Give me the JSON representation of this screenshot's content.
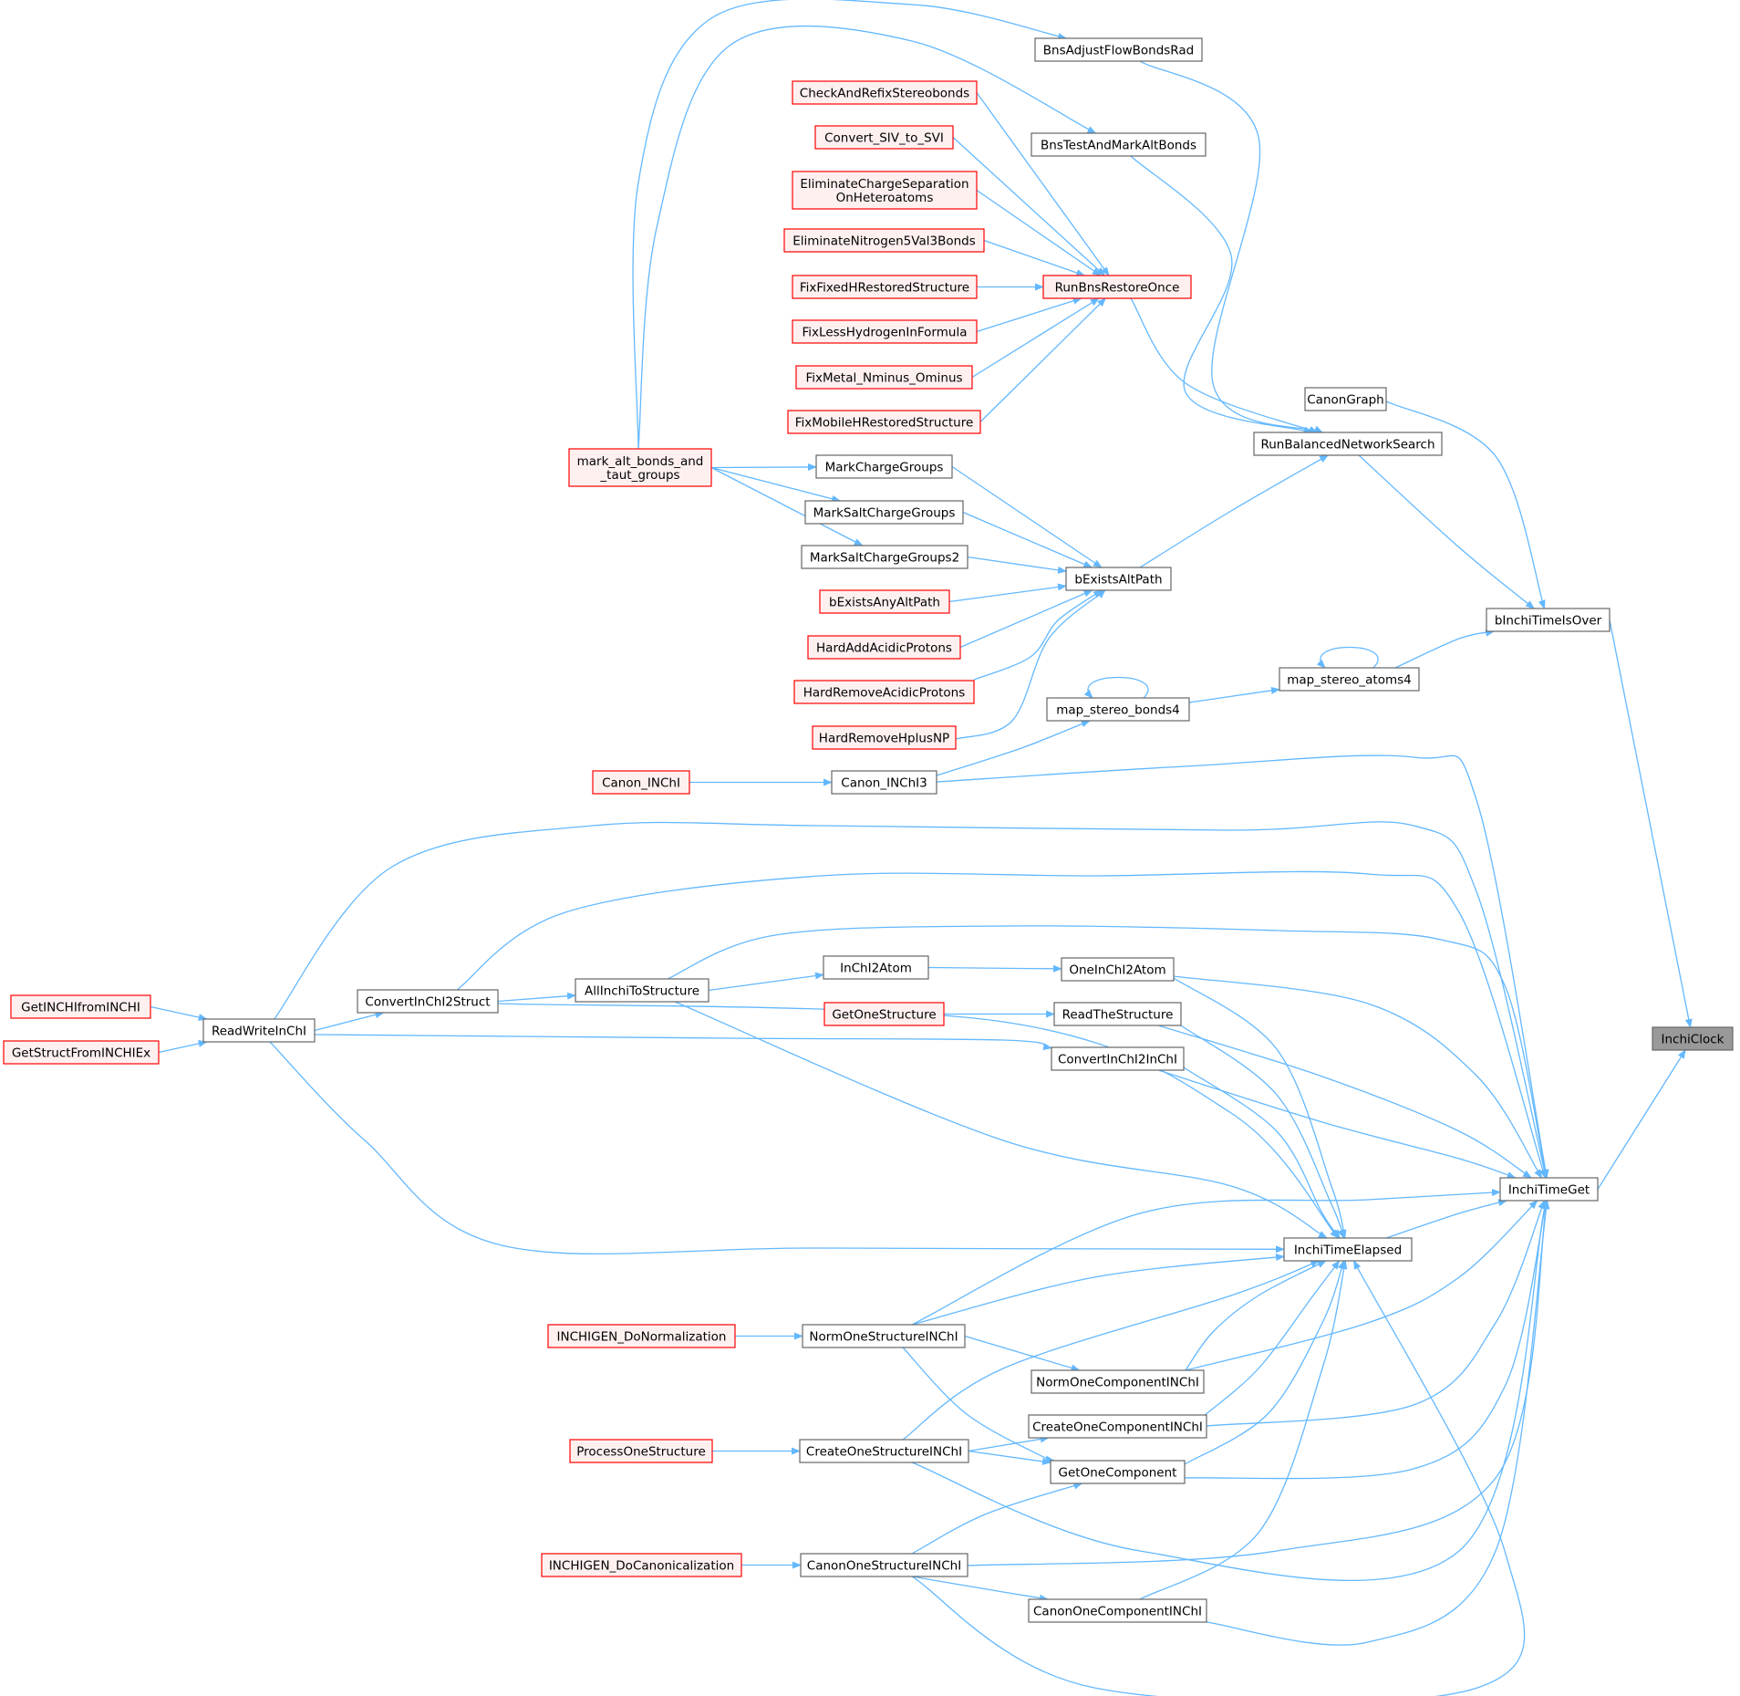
{
  "colors": {
    "edge": "#63b8ff",
    "normal_fill": "#ffffff",
    "normal_border": "#666666",
    "truncated_fill": "#fff0f0",
    "truncated_border": "#ff0000",
    "root_fill": "#999999",
    "root_border": "#666666"
  },
  "nodes": [
    {
      "id": "InchiClock",
      "lines": [
        "InchiClock"
      ],
      "style": "root"
    },
    {
      "id": "bInchiTimeIsOver",
      "lines": [
        "bInchiTimeIsOver"
      ],
      "style": "normal"
    },
    {
      "id": "InchiTimeGet",
      "lines": [
        "InchiTimeGet"
      ],
      "style": "normal"
    },
    {
      "id": "CanonGraph",
      "lines": [
        "CanonGraph"
      ],
      "style": "normal"
    },
    {
      "id": "RunBalancedNetworkSearch",
      "lines": [
        "RunBalancedNetworkSearch"
      ],
      "style": "normal"
    },
    {
      "id": "map_stereo_atoms4",
      "lines": [
        "map_stereo_atoms4"
      ],
      "style": "normal"
    },
    {
      "id": "BnsAdjustFlowBondsRad",
      "lines": [
        "BnsAdjustFlowBondsRad"
      ],
      "style": "normal"
    },
    {
      "id": "BnsTestAndMarkAltBonds",
      "lines": [
        "BnsTestAndMarkAltBonds"
      ],
      "style": "normal"
    },
    {
      "id": "RunBnsRestoreOnce",
      "lines": [
        "RunBnsRestoreOnce"
      ],
      "style": "truncated"
    },
    {
      "id": "bExistsAltPath",
      "lines": [
        "bExistsAltPath"
      ],
      "style": "normal"
    },
    {
      "id": "CheckAndRefixStereobonds",
      "lines": [
        "CheckAndRefixStereobonds"
      ],
      "style": "truncated"
    },
    {
      "id": "Convert_SIV_to_SVI",
      "lines": [
        "Convert_SIV_to_SVI"
      ],
      "style": "truncated"
    },
    {
      "id": "EliminateChargeSeparationOnHeteroatoms",
      "lines": [
        "EliminateChargeSeparation",
        "OnHeteroatoms"
      ],
      "style": "truncated"
    },
    {
      "id": "EliminateNitrogen5Val3Bonds",
      "lines": [
        "EliminateNitrogen5Val3Bonds"
      ],
      "style": "truncated"
    },
    {
      "id": "FixFixedHRestoredStructure",
      "lines": [
        "FixFixedHRestoredStructure"
      ],
      "style": "truncated"
    },
    {
      "id": "FixLessHydrogenInFormula",
      "lines": [
        "FixLessHydrogenInFormula"
      ],
      "style": "truncated"
    },
    {
      "id": "FixMetal_Nminus_Ominus",
      "lines": [
        "FixMetal_Nminus_Ominus"
      ],
      "style": "truncated"
    },
    {
      "id": "FixMobileHRestoredStructure",
      "lines": [
        "FixMobileHRestoredStructure"
      ],
      "style": "truncated"
    },
    {
      "id": "MarkChargeGroups",
      "lines": [
        "MarkChargeGroups"
      ],
      "style": "normal"
    },
    {
      "id": "MarkSaltChargeGroups",
      "lines": [
        "MarkSaltChargeGroups"
      ],
      "style": "normal"
    },
    {
      "id": "MarkSaltChargeGroups2",
      "lines": [
        "MarkSaltChargeGroups2"
      ],
      "style": "normal"
    },
    {
      "id": "bExistsAnyAltPath",
      "lines": [
        "bExistsAnyAltPath"
      ],
      "style": "truncated"
    },
    {
      "id": "HardAddAcidicProtons",
      "lines": [
        "HardAddAcidicProtons"
      ],
      "style": "truncated"
    },
    {
      "id": "HardRemoveAcidicProtons",
      "lines": [
        "HardRemoveAcidicProtons"
      ],
      "style": "truncated"
    },
    {
      "id": "HardRemoveHplusNP",
      "lines": [
        "HardRemoveHplusNP"
      ],
      "style": "truncated"
    },
    {
      "id": "mark_alt_bonds_and_taut_groups",
      "lines": [
        "mark_alt_bonds_and",
        "_taut_groups"
      ],
      "style": "truncated"
    },
    {
      "id": "map_stereo_bonds4",
      "lines": [
        "map_stereo_bonds4"
      ],
      "style": "normal"
    },
    {
      "id": "Canon_INChI3",
      "lines": [
        "Canon_INChI3"
      ],
      "style": "normal"
    },
    {
      "id": "Canon_INChI",
      "lines": [
        "Canon_INChI"
      ],
      "style": "truncated"
    },
    {
      "id": "InchiTimeElapsed",
      "lines": [
        "InchiTimeElapsed"
      ],
      "style": "normal"
    },
    {
      "id": "OneInChI2Atom",
      "lines": [
        "OneInChI2Atom"
      ],
      "style": "normal"
    },
    {
      "id": "InChI2Atom",
      "lines": [
        "InChI2Atom"
      ],
      "style": "normal"
    },
    {
      "id": "AllInchiToStructure",
      "lines": [
        "AllInchiToStructure"
      ],
      "style": "normal"
    },
    {
      "id": "ConvertInChI2Struct",
      "lines": [
        "ConvertInChI2Struct"
      ],
      "style": "normal"
    },
    {
      "id": "ReadWriteInChI",
      "lines": [
        "ReadWriteInChI"
      ],
      "style": "normal"
    },
    {
      "id": "GetINCHIfromINCHI",
      "lines": [
        "GetINCHIfromINCHI"
      ],
      "style": "truncated"
    },
    {
      "id": "GetStructFromINCHIEx",
      "lines": [
        "GetStructFromINCHIEx"
      ],
      "style": "truncated"
    },
    {
      "id": "ReadTheStructure",
      "lines": [
        "ReadTheStructure"
      ],
      "style": "normal"
    },
    {
      "id": "GetOneStructure",
      "lines": [
        "GetOneStructure"
      ],
      "style": "truncated"
    },
    {
      "id": "ConvertInChI2InChI",
      "lines": [
        "ConvertInChI2InChI"
      ],
      "style": "normal"
    },
    {
      "id": "NormOneStructureINChI",
      "lines": [
        "NormOneStructureINChI"
      ],
      "style": "normal"
    },
    {
      "id": "INCHIGEN_DoNormalization",
      "lines": [
        "INCHIGEN_DoNormalization"
      ],
      "style": "truncated"
    },
    {
      "id": "NormOneComponentINChI",
      "lines": [
        "NormOneComponentINChI"
      ],
      "style": "normal"
    },
    {
      "id": "CreateOneComponentINChI",
      "lines": [
        "CreateOneComponentINChI"
      ],
      "style": "normal"
    },
    {
      "id": "CreateOneStructureINChI",
      "lines": [
        "CreateOneStructureINChI"
      ],
      "style": "normal"
    },
    {
      "id": "ProcessOneStructure",
      "lines": [
        "ProcessOneStructure"
      ],
      "style": "truncated"
    },
    {
      "id": "GetOneComponent",
      "lines": [
        "GetOneComponent"
      ],
      "style": "normal"
    },
    {
      "id": "CanonOneStructureINChI",
      "lines": [
        "CanonOneStructureINChI"
      ],
      "style": "normal"
    },
    {
      "id": "INCHIGEN_DoCanonicalization",
      "lines": [
        "INCHIGEN_DoCanonicalization"
      ],
      "style": "truncated"
    },
    {
      "id": "CanonOneComponentINChI",
      "lines": [
        "CanonOneComponentINChI"
      ],
      "style": "normal"
    }
  ],
  "edges": [
    [
      "bInchiTimeIsOver",
      "InchiClock"
    ],
    [
      "InchiTimeGet",
      "InchiClock"
    ],
    [
      "CanonGraph",
      "bInchiTimeIsOver"
    ],
    [
      "RunBalancedNetworkSearch",
      "bInchiTimeIsOver"
    ],
    [
      "map_stereo_atoms4",
      "bInchiTimeIsOver"
    ],
    [
      "BnsAdjustFlowBondsRad",
      "RunBalancedNetworkSearch"
    ],
    [
      "BnsTestAndMarkAltBonds",
      "RunBalancedNetworkSearch"
    ],
    [
      "RunBnsRestoreOnce",
      "RunBalancedNetworkSearch"
    ],
    [
      "bExistsAltPath",
      "RunBalancedNetworkSearch"
    ],
    [
      "CheckAndRefixStereobonds",
      "RunBnsRestoreOnce"
    ],
    [
      "Convert_SIV_to_SVI",
      "RunBnsRestoreOnce"
    ],
    [
      "EliminateChargeSeparationOnHeteroatoms",
      "RunBnsRestoreOnce"
    ],
    [
      "EliminateNitrogen5Val3Bonds",
      "RunBnsRestoreOnce"
    ],
    [
      "FixFixedHRestoredStructure",
      "RunBnsRestoreOnce"
    ],
    [
      "FixLessHydrogenInFormula",
      "RunBnsRestoreOnce"
    ],
    [
      "FixMetal_Nminus_Ominus",
      "RunBnsRestoreOnce"
    ],
    [
      "FixMobileHRestoredStructure",
      "RunBnsRestoreOnce"
    ],
    [
      "MarkChargeGroups",
      "bExistsAltPath"
    ],
    [
      "MarkSaltChargeGroups",
      "bExistsAltPath"
    ],
    [
      "MarkSaltChargeGroups2",
      "bExistsAltPath"
    ],
    [
      "bExistsAnyAltPath",
      "bExistsAltPath"
    ],
    [
      "HardAddAcidicProtons",
      "bExistsAltPath"
    ],
    [
      "HardRemoveAcidicProtons",
      "bExistsAltPath"
    ],
    [
      "HardRemoveHplusNP",
      "bExistsAltPath"
    ],
    [
      "mark_alt_bonds_and_taut_groups",
      "MarkChargeGroups"
    ],
    [
      "mark_alt_bonds_and_taut_groups",
      "MarkSaltChargeGroups"
    ],
    [
      "mark_alt_bonds_and_taut_groups",
      "MarkSaltChargeGroups2"
    ],
    [
      "mark_alt_bonds_and_taut_groups",
      "BnsAdjustFlowBondsRad"
    ],
    [
      "mark_alt_bonds_and_taut_groups",
      "BnsTestAndMarkAltBonds"
    ],
    [
      "map_stereo_atoms4",
      "map_stereo_atoms4"
    ],
    [
      "map_stereo_bonds4",
      "map_stereo_atoms4"
    ],
    [
      "map_stereo_bonds4",
      "map_stereo_bonds4"
    ],
    [
      "Canon_INChI3",
      "map_stereo_bonds4"
    ],
    [
      "Canon_INChI",
      "Canon_INChI3"
    ],
    [
      "Canon_INChI3",
      "InchiTimeGet"
    ],
    [
      "ReadWriteInChI",
      "InchiTimeGet"
    ],
    [
      "ConvertInChI2Struct",
      "InchiTimeGet"
    ],
    [
      "AllInchiToStructure",
      "InchiTimeGet"
    ],
    [
      "OneInChI2Atom",
      "InchiTimeGet"
    ],
    [
      "ReadTheStructure",
      "InchiTimeGet"
    ],
    [
      "ConvertInChI2InChI",
      "InchiTimeGet"
    ],
    [
      "InchiTimeElapsed",
      "InchiTimeGet"
    ],
    [
      "NormOneStructureINChI",
      "InchiTimeGet"
    ],
    [
      "NormOneComponentINChI",
      "InchiTimeGet"
    ],
    [
      "CreateOneComponentINChI",
      "InchiTimeGet"
    ],
    [
      "GetOneComponent",
      "InchiTimeGet"
    ],
    [
      "CreateOneStructureINChI",
      "InchiTimeGet"
    ],
    [
      "CanonOneComponentINChI",
      "InchiTimeGet"
    ],
    [
      "CanonOneStructureINChI",
      "InchiTimeGet"
    ],
    [
      "InChI2Atom",
      "OneInChI2Atom"
    ],
    [
      "AllInchiToStructure",
      "InChI2Atom"
    ],
    [
      "ConvertInChI2Struct",
      "AllInchiToStructure"
    ],
    [
      "ReadWriteInChI",
      "ConvertInChI2Struct"
    ],
    [
      "GetINCHIfromINCHI",
      "ReadWriteInChI"
    ],
    [
      "GetStructFromINCHIEx",
      "ReadWriteInChI"
    ],
    [
      "GetOneStructure",
      "ReadTheStructure"
    ],
    [
      "ReadWriteInChI",
      "ConvertInChI2InChI"
    ],
    [
      "OneInChI2Atom",
      "InchiTimeElapsed"
    ],
    [
      "ReadTheStructure",
      "InchiTimeElapsed"
    ],
    [
      "ConvertInChI2InChI",
      "InchiTimeElapsed"
    ],
    [
      "ConvertInChI2Struct",
      "InchiTimeElapsed"
    ],
    [
      "AllInchiToStructure",
      "InchiTimeElapsed"
    ],
    [
      "ReadWriteInChI",
      "InchiTimeElapsed"
    ],
    [
      "NormOneStructureINChI",
      "InchiTimeElapsed"
    ],
    [
      "NormOneComponentINChI",
      "InchiTimeElapsed"
    ],
    [
      "CreateOneComponentINChI",
      "InchiTimeElapsed"
    ],
    [
      "CreateOneStructureINChI",
      "InchiTimeElapsed"
    ],
    [
      "GetOneComponent",
      "InchiTimeElapsed"
    ],
    [
      "CanonOneStructureINChI",
      "InchiTimeElapsed"
    ],
    [
      "CanonOneComponentINChI",
      "InchiTimeElapsed"
    ],
    [
      "INCHIGEN_DoNormalization",
      "NormOneStructureINChI"
    ],
    [
      "NormOneStructureINChI",
      "NormOneComponentINChI"
    ],
    [
      "NormOneStructureINChI",
      "GetOneComponent"
    ],
    [
      "CreateOneStructureINChI",
      "CreateOneComponentINChI"
    ],
    [
      "ProcessOneStructure",
      "CreateOneStructureINChI"
    ],
    [
      "CreateOneStructureINChI",
      "GetOneComponent"
    ],
    [
      "INCHIGEN_DoCanonicalization",
      "CanonOneStructureINChI"
    ],
    [
      "CanonOneStructureINChI",
      "GetOneComponent"
    ],
    [
      "CanonOneStructureINChI",
      "CanonOneComponentINChI"
    ]
  ]
}
